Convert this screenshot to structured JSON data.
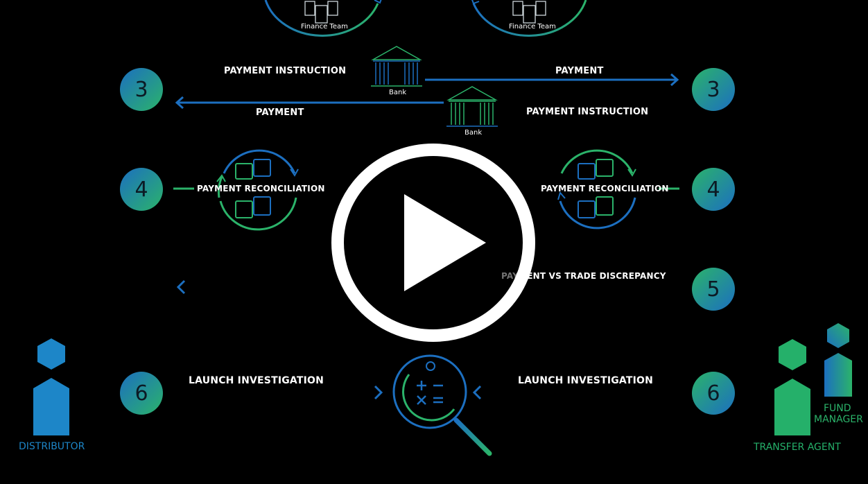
{
  "colors": {
    "background": "#000000",
    "blue": "#1c6fc0",
    "green": "#2bb36a",
    "distributor": "#1d86c8",
    "transfer_agent": "#25b06a",
    "play": "#ffffff"
  },
  "top": {
    "left_team": "Finance Team",
    "right_team": "Finance Team"
  },
  "step3": {
    "number": "3",
    "top_left_label": "PAYMENT INSTRUCTION",
    "top_right_label": "PAYMENT",
    "bottom_left_label": "PAYMENT",
    "bottom_right_label": "PAYMENT INSTRUCTION",
    "bank_top": "Bank",
    "bank_bottom": "Bank"
  },
  "step4": {
    "number": "4",
    "left_label": "PAYMENT RECONCILIATION",
    "right_label": "PAYMENT RECONCILIATION"
  },
  "step5": {
    "number": "5",
    "label": "PAYMENT VS TRADE DISCREPANCY"
  },
  "step6": {
    "number": "6",
    "left_label": "LAUNCH INVESTIGATION",
    "right_label": "LAUNCH INVESTIGATION",
    "calc_symbols": "+ −  × ="
  },
  "actors": {
    "distributor": "DISTRIBUTOR",
    "fund_manager_line1": "FUND",
    "fund_manager_line2": "MANAGER",
    "transfer_agent": "TRANSFER AGENT"
  },
  "icons": {
    "team": "team-icon",
    "bank": "bank-icon",
    "reconcile": "puzzle-reconcile-icon",
    "investigate": "magnifier-calculator-icon",
    "person": "person-icon",
    "play": "play-icon"
  }
}
